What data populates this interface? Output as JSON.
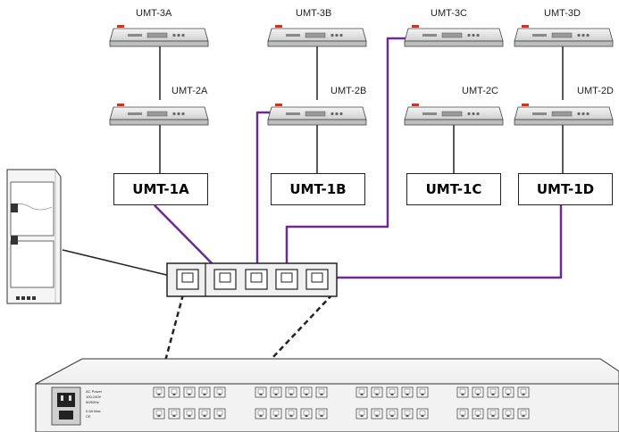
{
  "diagram": {
    "switches": {
      "row3": [
        "UMT-3A",
        "UMT-3B",
        "UMT-3C",
        "UMT-3D"
      ],
      "row2": [
        "UMT-2A",
        "UMT-2B",
        "UMT-2C",
        "UMT-2D"
      ],
      "row1": [
        "UMT-1A",
        "UMT-1B",
        "UMT-1C",
        "UMT-1D"
      ]
    },
    "rack_panel_text": [
      "AC Power",
      "100-240V",
      "50/60Hz",
      "0.5A Max",
      "CE"
    ],
    "colors": {
      "purple_cable": "#6a2c91",
      "black_cable": "#222222",
      "device_fill": "#e6e6e6",
      "accent_led": "#c0392b"
    }
  }
}
